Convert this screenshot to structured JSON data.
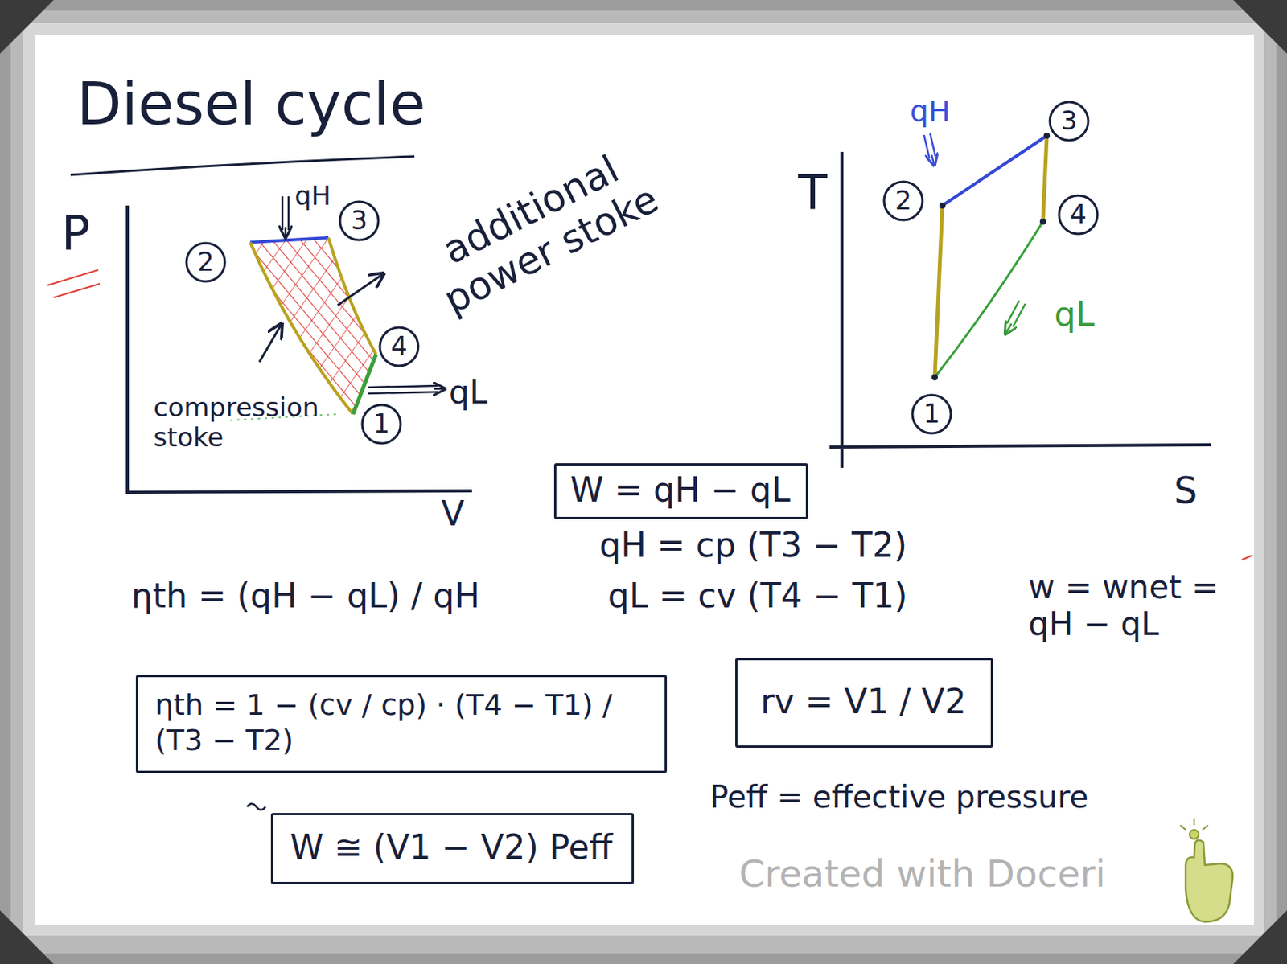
{
  "diagram": {
    "title": "Diesel cycle",
    "nodes": [
      {
        "text": [
          "W = qH − qL"
        ]
      },
      {
        "text": [
          "ηth = 1 − (cv / cp) · (T4 − T1) / (T3 − T2)"
        ]
      },
      {
        "text": [
          "rv = V1 / V2"
        ]
      },
      {
        "text": [
          "W ≅ (V1 − V2) Peff"
        ]
      }
    ],
    "labels": [
      "P",
      "V",
      "2",
      "3",
      "4",
      "1",
      "qH",
      "additional power stoke",
      "compression stoke",
      "qL",
      "T",
      "S",
      "qH",
      "2",
      "3",
      "4",
      "1",
      "qL",
      "ηth = (qH − qL) / qH",
      "qH = cp (T3 − T2)",
      "qL = cv (T4 − T1)",
      "w = wnet = qH − qL",
      "Peff = effective pressure",
      "Created with Doceri"
    ]
  }
}
